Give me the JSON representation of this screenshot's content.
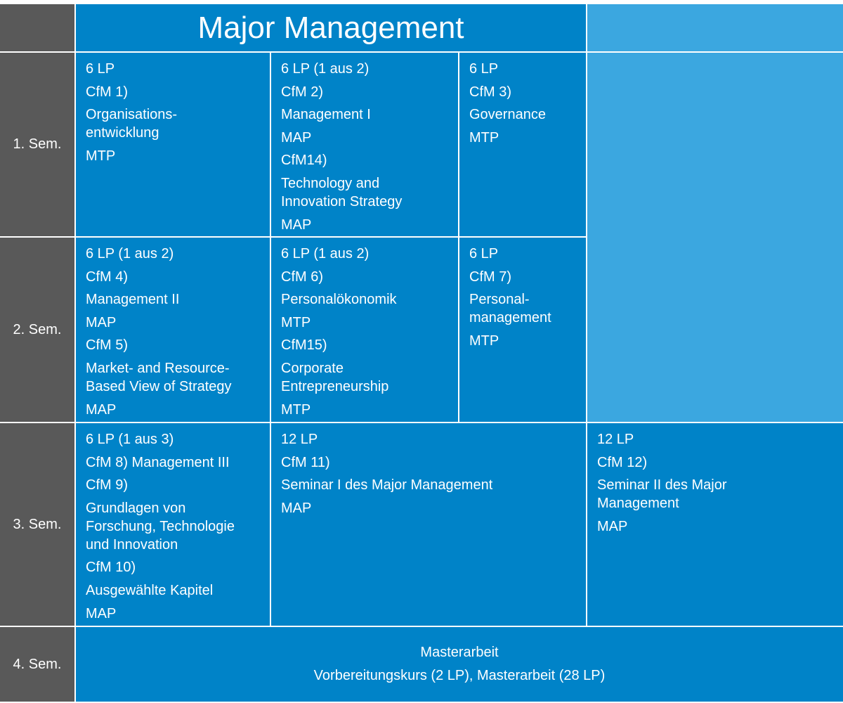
{
  "title": "Major Management",
  "semesters": [
    "1. Sem.",
    "2. Sem.",
    "3. Sem.",
    "4. Sem."
  ],
  "cells": {
    "s1c1": [
      "6 LP",
      "CfM 1)",
      "Organisations-\nentwicklung",
      "MTP"
    ],
    "s1c2": [
      "6 LP (1 aus 2)",
      "CfM 2)",
      "Management I",
      "MAP",
      "CfM14)",
      "Technology and\nInnovation Strategy",
      "MAP"
    ],
    "s1c3": [
      "6 LP",
      "CfM 3)",
      "Governance",
      "MTP"
    ],
    "s2c1": [
      "6 LP (1 aus 2)",
      "CfM 4)",
      "Management II",
      "MAP",
      "CfM 5)",
      "Market- and Resource-\nBased View of Strategy",
      "MAP"
    ],
    "s2c2": [
      "6 LP (1 aus 2)",
      "CfM 6)",
      "Personalökonomik",
      "MTP",
      "CfM15)",
      "Corporate\nEntrepreneurship",
      "MTP"
    ],
    "s2c3": [
      "6 LP",
      "CfM 7)",
      "Personal-\nmanagement",
      "MTP"
    ],
    "s3c1": [
      "6 LP  (1 aus 3)",
      "CfM 8) Management III",
      "CfM 9)",
      "Grundlagen von\nForschung, Technologie\nund Innovation",
      "CfM 10)",
      "Ausgewählte Kapitel",
      "MAP"
    ],
    "s3c2": [
      "12 LP",
      "CfM 11)",
      "Seminar I des Major Management",
      "MAP"
    ],
    "s3c4": [
      "12 LP",
      "CfM 12)",
      "Seminar II des Major\nManagement",
      "MAP"
    ]
  },
  "sem4": {
    "title": "Masterarbeit",
    "detail": "Vorbereitungskurs (2 LP), Masterarbeit (28 LP)"
  },
  "colors": {
    "semester_column": "#595959",
    "cell_blue": "#0083c8",
    "cell_light_blue": "#3ba7e0",
    "text": "#ffffff"
  }
}
